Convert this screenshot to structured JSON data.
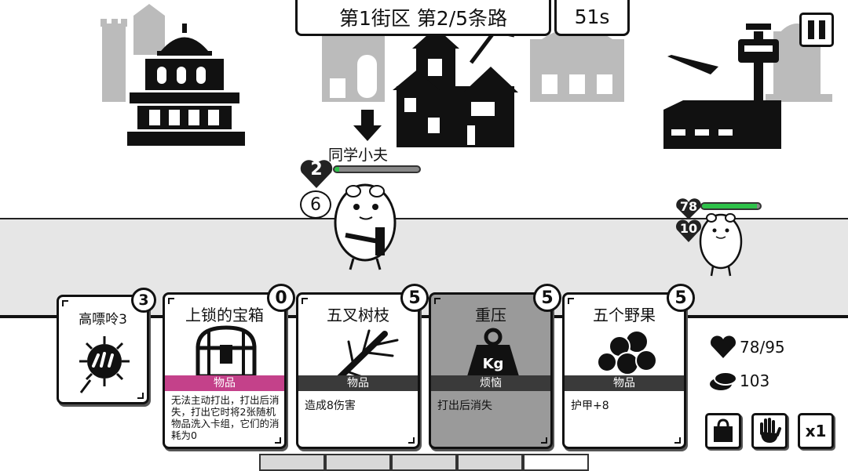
{
  "header": {
    "location": "第1街区 第2/5条路",
    "timer": "51s"
  },
  "player": {
    "name": "同学小夫",
    "armor": "2",
    "attack": "6",
    "hp_fraction": 0.06
  },
  "enemy": {
    "hp": "78",
    "shield": "10",
    "hp_fraction": 0.95
  },
  "cards": [
    {
      "title": "高嘌呤3",
      "cost": "3",
      "icon": "spiked-hand-icon"
    },
    {
      "title": "上锁的宝箱",
      "cost": "0",
      "band": "物品",
      "band_color": "#c4418a",
      "desc": "无法主动打出，打出后消失，打出它时将2张随机物品洗入卡组，它们的消耗为0",
      "icon": "treasure-chest-icon"
    },
    {
      "title": "五叉树枝",
      "cost": "5",
      "band": "物品",
      "band_color": "#3a3a3a",
      "desc": "造成8伤害",
      "icon": "branch-icon"
    },
    {
      "title": "重压",
      "cost": "5",
      "band": "烦恼",
      "band_color": "#3a3a3a",
      "desc": "打出后消失",
      "icon": "kg-weight-icon"
    },
    {
      "title": "五个野果",
      "cost": "5",
      "band": "物品",
      "band_color": "#3a3a3a",
      "desc": "护甲+8",
      "icon": "berries-icon"
    }
  ],
  "stats": {
    "health": "78/95",
    "coins": "103"
  },
  "buttons": {
    "speed": "x1"
  }
}
